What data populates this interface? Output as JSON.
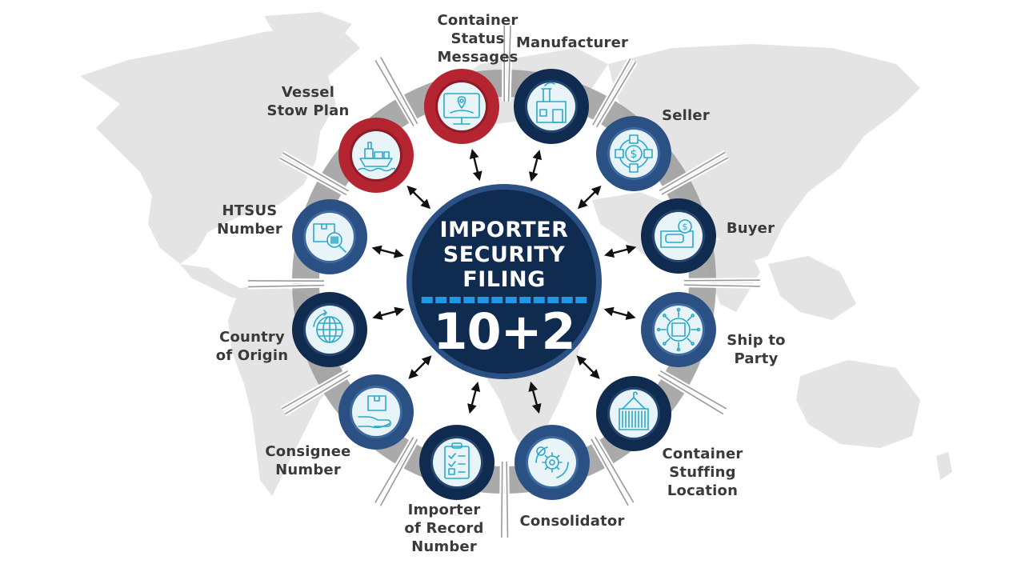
{
  "title": "Importer Security Filing 10+2",
  "center": {
    "title": "IMPORTER\nSECURITY\nFILING",
    "number": "10+2"
  },
  "colors": {
    "navy_dark": "#0f2b4f",
    "navy_mid": "#2b5184",
    "red": "#b42531",
    "accent_cyan": "#2aa8c9",
    "divider_blue": "#2196e3",
    "ring_gray": "#9b9b9b",
    "map_gray": "#e3e3e3",
    "label_text": "#3a3a3a"
  },
  "elements": [
    {
      "id": "container-status-messages",
      "label": "Container\nStatus\nMessages",
      "style": "red",
      "icon": "monitor-location-icon",
      "group": "carrier"
    },
    {
      "id": "manufacturer",
      "label": "Manufacturer",
      "style": "dark",
      "icon": "factory-icon",
      "group": "importer"
    },
    {
      "id": "seller",
      "label": "Seller",
      "style": "mid",
      "icon": "dollar-network-icon",
      "group": "importer"
    },
    {
      "id": "buyer",
      "label": "Buyer",
      "style": "dark",
      "icon": "money-bill-icon",
      "group": "importer"
    },
    {
      "id": "ship-to-party",
      "label": "Ship to\nParty",
      "style": "mid",
      "icon": "package-distribution-icon",
      "group": "importer"
    },
    {
      "id": "container-stuffing-location",
      "label": "Container\nStuffing\nLocation",
      "style": "dark",
      "icon": "cargo-container-icon",
      "group": "importer"
    },
    {
      "id": "consolidator",
      "label": "Consolidator",
      "style": "mid",
      "icon": "gear-cycle-icon",
      "group": "importer"
    },
    {
      "id": "importer-of-record-number",
      "label": "Importer\nof Record\nNumber",
      "style": "dark",
      "icon": "checklist-clipboard-icon",
      "group": "importer"
    },
    {
      "id": "consignee-number",
      "label": "Consignee\nNumber",
      "style": "mid",
      "icon": "hand-package-icon",
      "group": "importer"
    },
    {
      "id": "country-of-origin",
      "label": "Country\nof Origin",
      "style": "dark",
      "icon": "globe-icon",
      "group": "importer"
    },
    {
      "id": "htsus-number",
      "label": "HTSUS\nNumber",
      "style": "mid",
      "icon": "barcode-search-icon",
      "group": "importer"
    },
    {
      "id": "vessel-stow-plan",
      "label": "Vessel\nStow Plan",
      "style": "red",
      "icon": "cargo-ship-icon",
      "group": "carrier"
    }
  ]
}
